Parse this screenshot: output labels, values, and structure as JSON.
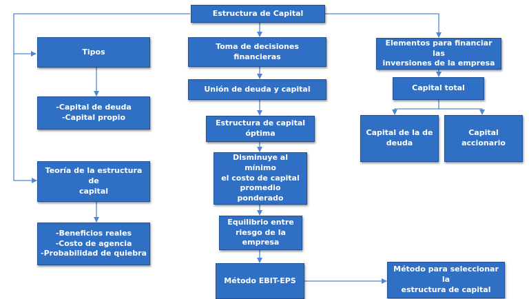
{
  "diagram": {
    "colors": {
      "box_fill": "#2f6fc4",
      "box_border": "#1f4f96",
      "connector": "#4d86d2",
      "text": "#ffffff"
    },
    "nodes": {
      "root": "Estructura de Capital",
      "tipos": "Tipos",
      "tipos_list": "-Capital de deuda\n-Capital propio",
      "teoria": "Teoría de la estructura de\ncapital",
      "teoria_list": "-Beneficios reales\n-Costo de agencia\n-Probabilidad de quiebra",
      "toma": "Toma de decisiones financieras",
      "union": "Unión de deuda y capital",
      "optima": "Estructura de capital\nóptima",
      "disminuye": "Disminuye al mínimo\nel costo de capital\npromedio\nponderado",
      "equilibrio": "Equilibrio entre\nriesgo de la\nempresa",
      "ebit": "Método EBIT-EPS",
      "metodo": "Método para seleccionar la\nestructura de capital",
      "elementos": "Elementos para financiar las\ninversiones de la empresa",
      "capital_total": "Capital total",
      "capital_deuda": "Capital de la de\ndeuda",
      "capital_acc": "Capital\naccionario"
    }
  }
}
